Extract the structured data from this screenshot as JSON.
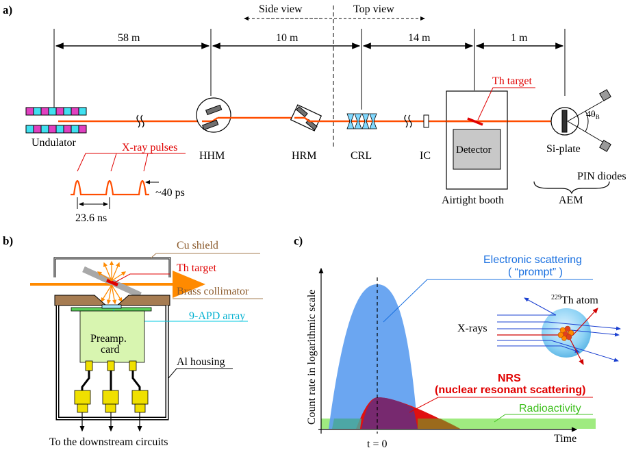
{
  "panel_a": {
    "label": "a)",
    "side_view": "Side view",
    "top_view": "Top view",
    "distances": [
      "58 m",
      "10 m",
      "14 m",
      "1 m"
    ],
    "components": {
      "undulator": "Undulator",
      "hhm": "HHM",
      "hrm": "HRM",
      "crl": "CRL",
      "ic": "IC",
      "detector": "Detector",
      "airtight_booth": "Airtight booth",
      "th_target": "Th target",
      "si_plate": "Si-plate",
      "pin_diodes": "PIN diodes",
      "aem": "AEM",
      "theta": "4θ",
      "theta_sub": "B"
    },
    "pulses": {
      "label": "X-ray pulses",
      "width": "~40 ps",
      "period": "23.6 ns"
    }
  },
  "panel_b": {
    "label": "b)",
    "cu_shield": "Cu shield",
    "th_target": "Th target",
    "brass_collimator": "Brass collimator",
    "apd_array": "9-APD array",
    "preamp_line1": "Preamp.",
    "preamp_line2": "card",
    "al_housing": "Al housing",
    "downstream": "To the downstream circuits"
  },
  "panel_c": {
    "label": "c)",
    "ylabel": "Count rate in logarithmic scale",
    "xlabel": "Time",
    "t0": "t = 0",
    "electronic_line1": "Electronic scattering",
    "electronic_line2": "( “prompt” )",
    "nrs_line1": "NRS",
    "nrs_line2": "(nuclear resonant scattering)",
    "radioactivity": "Radioactivity",
    "xrays": "X-rays",
    "atom_sup": "229",
    "atom_label": "Th atom"
  },
  "colors": {
    "beam": "#ff4d00",
    "red": "#e00000",
    "brass": "#a67c52",
    "cyan": "#00c8e0",
    "green": "#8ee86a",
    "blue": "#5b9cf0",
    "purple": "#6b2c7a"
  }
}
